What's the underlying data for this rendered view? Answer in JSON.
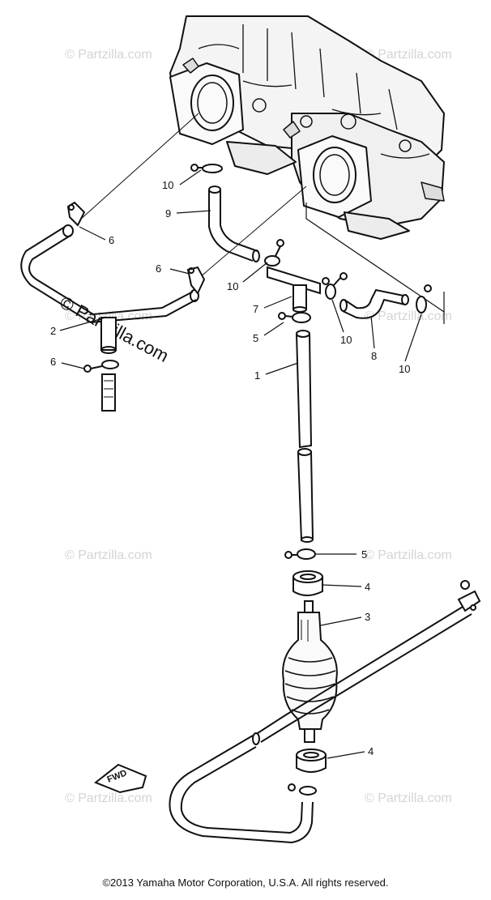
{
  "watermarks": {
    "light": "© Partzilla.com",
    "dark": "© Partzilla.com"
  },
  "callouts": {
    "c1": "1",
    "c2": "2",
    "c3": "3",
    "c4a": "4",
    "c4b": "4",
    "c5a": "5",
    "c5b": "5",
    "c6a": "6",
    "c6b": "6",
    "c6c": "6",
    "c7": "7",
    "c8": "8",
    "c9": "9",
    "c10a": "10",
    "c10b": "10",
    "c10c": "10",
    "c10d": "10"
  },
  "fwd_label": "FWD",
  "copyright": "©2013  Yamaha Motor Corporation, U.S.A. All rights reserved."
}
